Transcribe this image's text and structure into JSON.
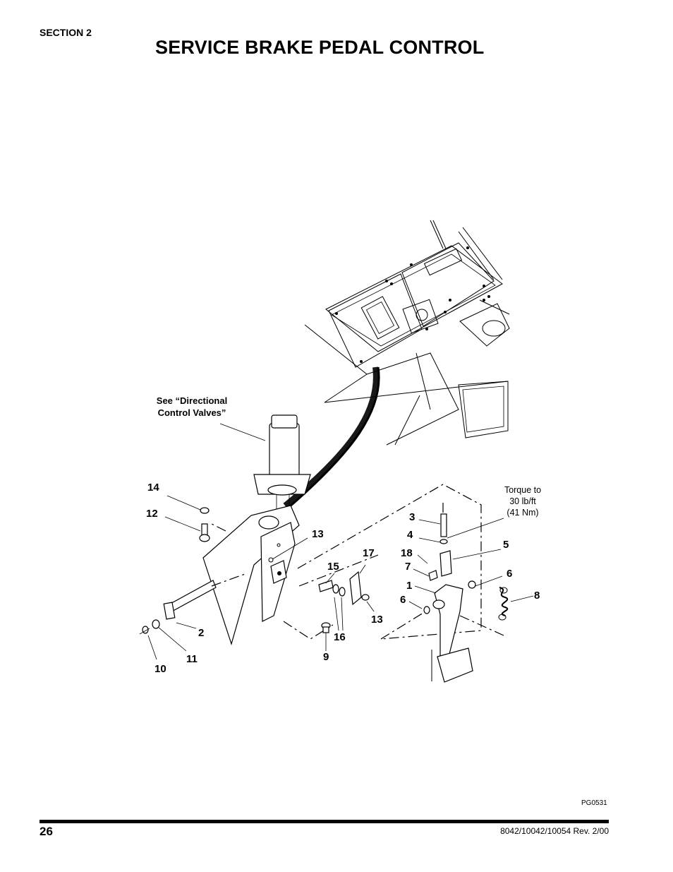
{
  "header": {
    "section": "SECTION 2",
    "title": "SERVICE BRAKE PEDAL CONTROL"
  },
  "figure": {
    "figure_id": "PG0531",
    "reference_note_line1": "See “Directional",
    "reference_note_line2": "Control Valves”",
    "torque_note_line1": "Torque to",
    "torque_note_line2": "30 lb/ft",
    "torque_note_line3": "(41 Nm)",
    "callouts": {
      "c14": "14",
      "c12": "12",
      "c13a": "13",
      "c13b": "13",
      "c15": "15",
      "c16": "16",
      "c17": "17",
      "c2": "2",
      "c11": "11",
      "c10": "10",
      "c9": "9",
      "c3": "3",
      "c4": "4",
      "c18": "18",
      "c7": "7",
      "c1": "1",
      "c6a": "6",
      "c5": "5",
      "c6b": "6",
      "c8": "8"
    }
  },
  "footer": {
    "page_number": "26",
    "doc_rev": "8042/10042/10054 Rev. 2/00"
  }
}
